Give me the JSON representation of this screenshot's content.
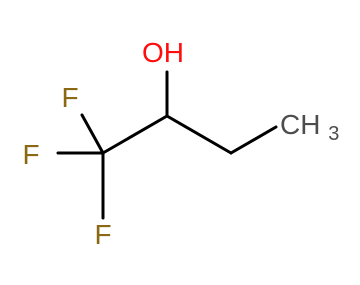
{
  "molecule": {
    "atoms": {
      "hydroxyl": {
        "label": "OH",
        "color": "#ff0d0d"
      },
      "fluorine_upper": {
        "label": "F",
        "color": "#8b6914"
      },
      "fluorine_left": {
        "label": "F",
        "color": "#8b6914"
      },
      "fluorine_lower": {
        "label": "F",
        "color": "#8b6914"
      },
      "methyl": {
        "label": "CH",
        "subscript": "3",
        "color": "#4d4d4d"
      }
    },
    "bond_color": "#000000",
    "background": "#ffffff"
  }
}
